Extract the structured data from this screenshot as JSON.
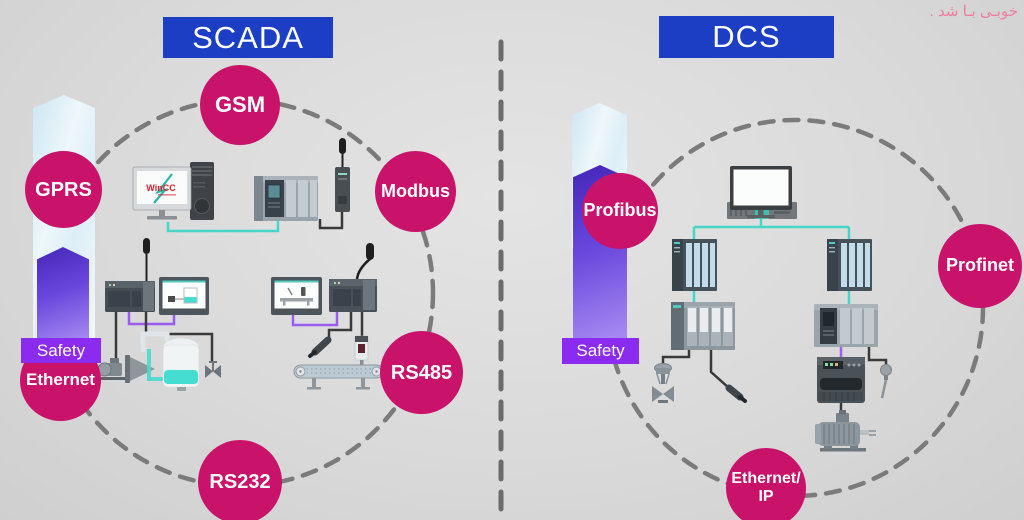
{
  "note_top_right": "خوبـی بـا شد .",
  "scada": {
    "title": "SCADA",
    "safety_label": "Safety",
    "wincc_label": "WinCC",
    "bubbles": {
      "gsm": "GSM",
      "gprs": "GPRS",
      "modbus": "Modbus",
      "ethernet": "Ethernet",
      "rs485": "RS485",
      "rs232": "RS232"
    }
  },
  "dcs": {
    "title": "DCS",
    "safety_label": "Safety",
    "bubbles": {
      "profibus": "Profibus",
      "profinet": "Profinet",
      "ethernet_ip_line1": "Ethernet/",
      "ethernet_ip_line2": "IP"
    }
  },
  "colors": {
    "banner_blue": "#1c3ec4",
    "bubble_magenta": "#c9126a",
    "safety_purple": "#8a2bef",
    "column_purple": "#6a48dd",
    "column_light_blue": "#dceef7",
    "cable_teal": "#46d5c8",
    "cable_purple": "#9a5cf0",
    "note_pink": "#ee7f9f",
    "background_gray": "#dadada"
  }
}
